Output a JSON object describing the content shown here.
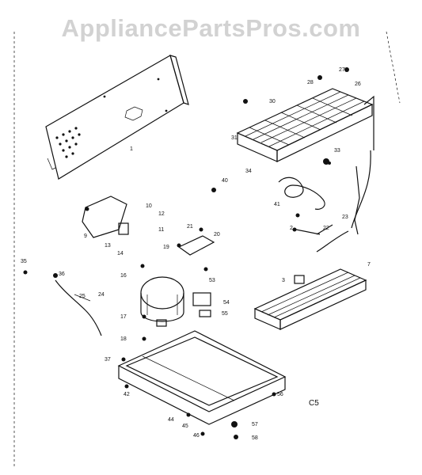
{
  "watermark": "AppliancePartsPros.com",
  "section_code": "C5",
  "labels": [
    "1",
    "2",
    "3",
    "7",
    "9",
    "10",
    "11",
    "12",
    "13",
    "14",
    "16",
    "17",
    "18",
    "19",
    "20",
    "21",
    "22",
    "23",
    "24",
    "25",
    "26",
    "27",
    "28",
    "30",
    "31",
    "33",
    "34",
    "35",
    "36",
    "37",
    "40",
    "41",
    "42",
    "44",
    "45",
    "46",
    "53",
    "54",
    "55",
    "56",
    "57",
    "58"
  ]
}
